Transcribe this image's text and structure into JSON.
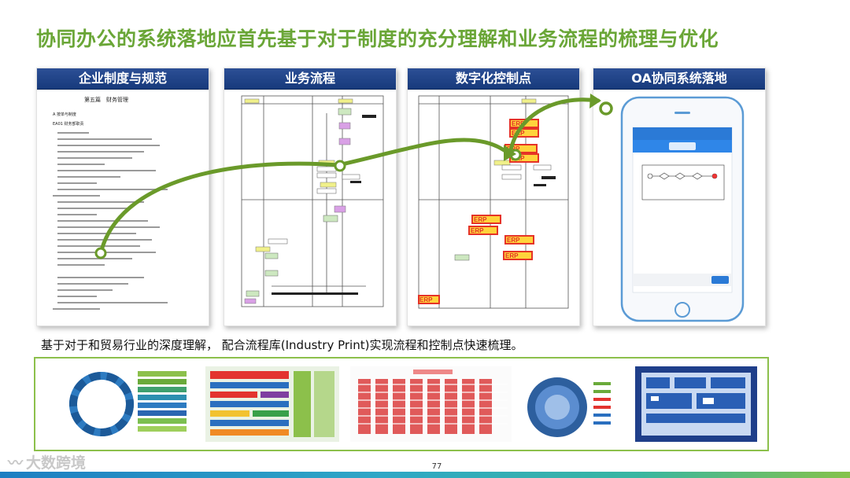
{
  "title": "协同办公的系统落地应首先基于对于制度的充分理解和业务流程的梳理与优化",
  "cards": [
    {
      "header": "企业制度与规范"
    },
    {
      "header": "业务流程"
    },
    {
      "header": "数字化控制点"
    },
    {
      "header": "OA协同系统落地"
    }
  ],
  "doc": {
    "heading": "第五篇　财务管理",
    "section": "A 按单与制度",
    "subsection": "EA01 财务部职责"
  },
  "erp_tag": "ERP",
  "subtitle": "基于对于和贸易行业的深度理解，  配合流程库(Industry Print)实现流程和控制点快速梳理。",
  "page_number": "77",
  "logo_text": "大数跨境",
  "colors": {
    "title_green": "#6aa637",
    "header_blue": "#1f4389",
    "arrow_green": "#6a9a2a",
    "erp_red": "#e53327",
    "strip_border": "#8cc04b"
  }
}
